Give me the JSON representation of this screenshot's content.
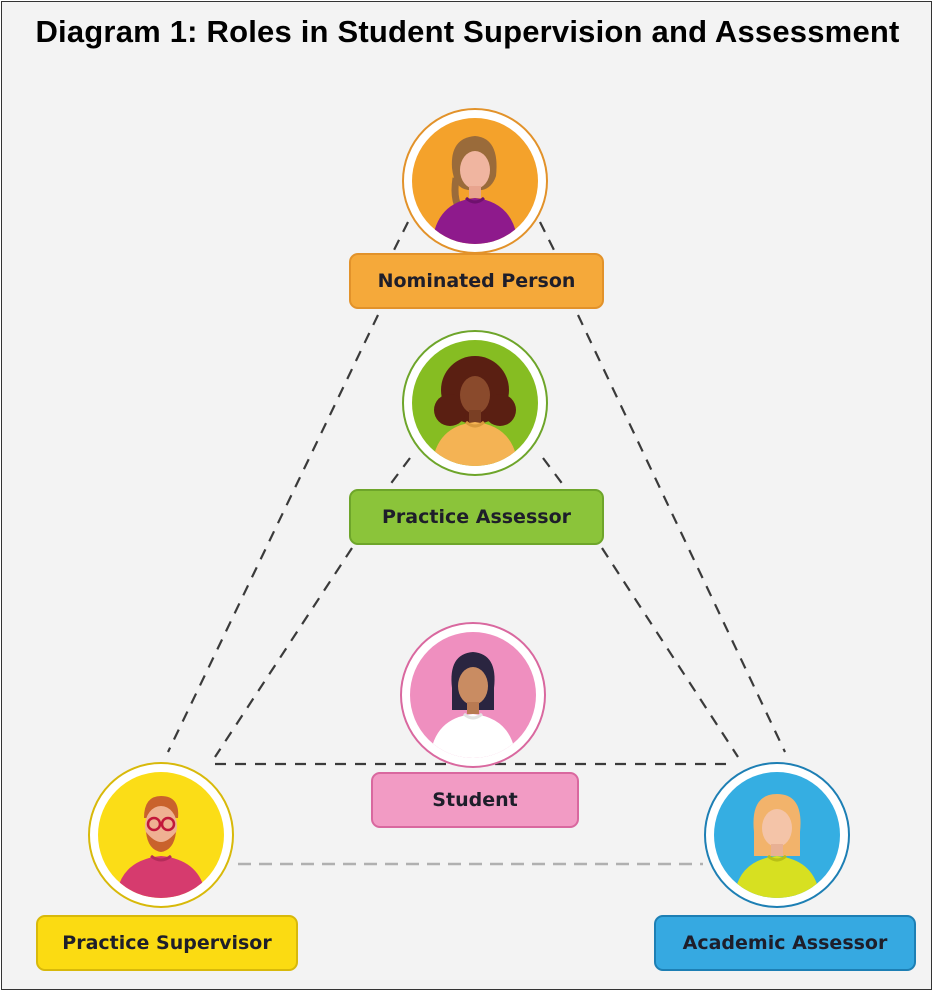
{
  "title": "Diagram 1: Roles in Student Supervision and Assessment",
  "roles": {
    "nominated_person": {
      "label": "Nominated Person",
      "color": "#f5a93a",
      "border": "#e2922a",
      "bg": "#f4a22b",
      "shirt": "#8e1a8c"
    },
    "practice_assessor": {
      "label": "Practice Assessor",
      "color": "#8bc43a",
      "border": "#6ea52a",
      "bg": "#86bd22",
      "shirt": "#f4b354"
    },
    "student": {
      "label": "Student",
      "color": "#f29bc4",
      "border": "#d9689f",
      "bg": "#ef8fbf",
      "shirt": "#ffffff"
    },
    "practice_supervisor": {
      "label": "Practice Supervisor",
      "color": "#fbdb12",
      "border": "#d8b90a",
      "bg": "#fbdd17",
      "shirt": "#d63b6e"
    },
    "academic_assessor": {
      "label": "Academic Assessor",
      "color": "#36a9e1",
      "border": "#1d7fb4",
      "bg": "#35aee2",
      "shirt": "#d7e021"
    }
  },
  "connectors": {
    "dark": "#3a3a3a",
    "light": "#b0b0b0"
  }
}
